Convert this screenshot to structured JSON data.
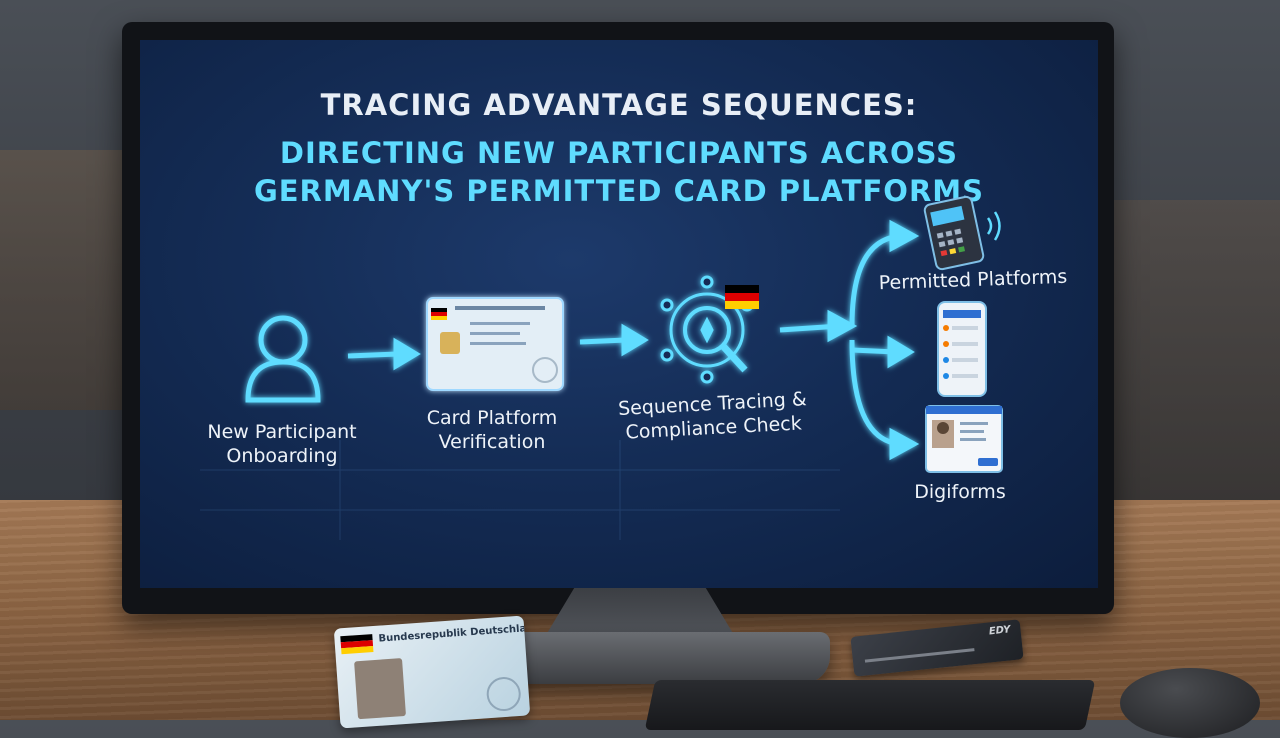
{
  "title": {
    "line1": "TRACING ADVANTAGE SEQUENCES:",
    "line2": "DIRECTING NEW PARTICIPANTS ACROSS",
    "line3": "GERMANY'S PERMITTED CARD PLATFORMS"
  },
  "steps": [
    {
      "label_line1": "New Participant",
      "label_line2": "Onboarding",
      "icon": "person-icon"
    },
    {
      "label_line1": "Card Platform",
      "label_line2": "Verification",
      "icon": "id-card-icon"
    },
    {
      "label_line1": "Sequence Tracing &",
      "label_line2": "Compliance Check",
      "icon": "magnifier-network-icon"
    }
  ],
  "outputs": [
    {
      "label": "Permitted Platforms",
      "icon": "card-terminal-icon"
    },
    {
      "label": "",
      "icon": "smartphone-app-icon"
    },
    {
      "label": "Digiforms",
      "icon": "digital-id-form-icon"
    }
  ],
  "desk_items": {
    "id_card_header": "Bundesrepublik Deutschland",
    "credit_card_text": "EDY"
  },
  "colors": {
    "screen_bg": "#142c55",
    "accent_cyan": "#5fdcff",
    "title_white": "#e8eef6",
    "flag_black": "#000000",
    "flag_red": "#dd0000",
    "flag_gold": "#ffce00"
  }
}
